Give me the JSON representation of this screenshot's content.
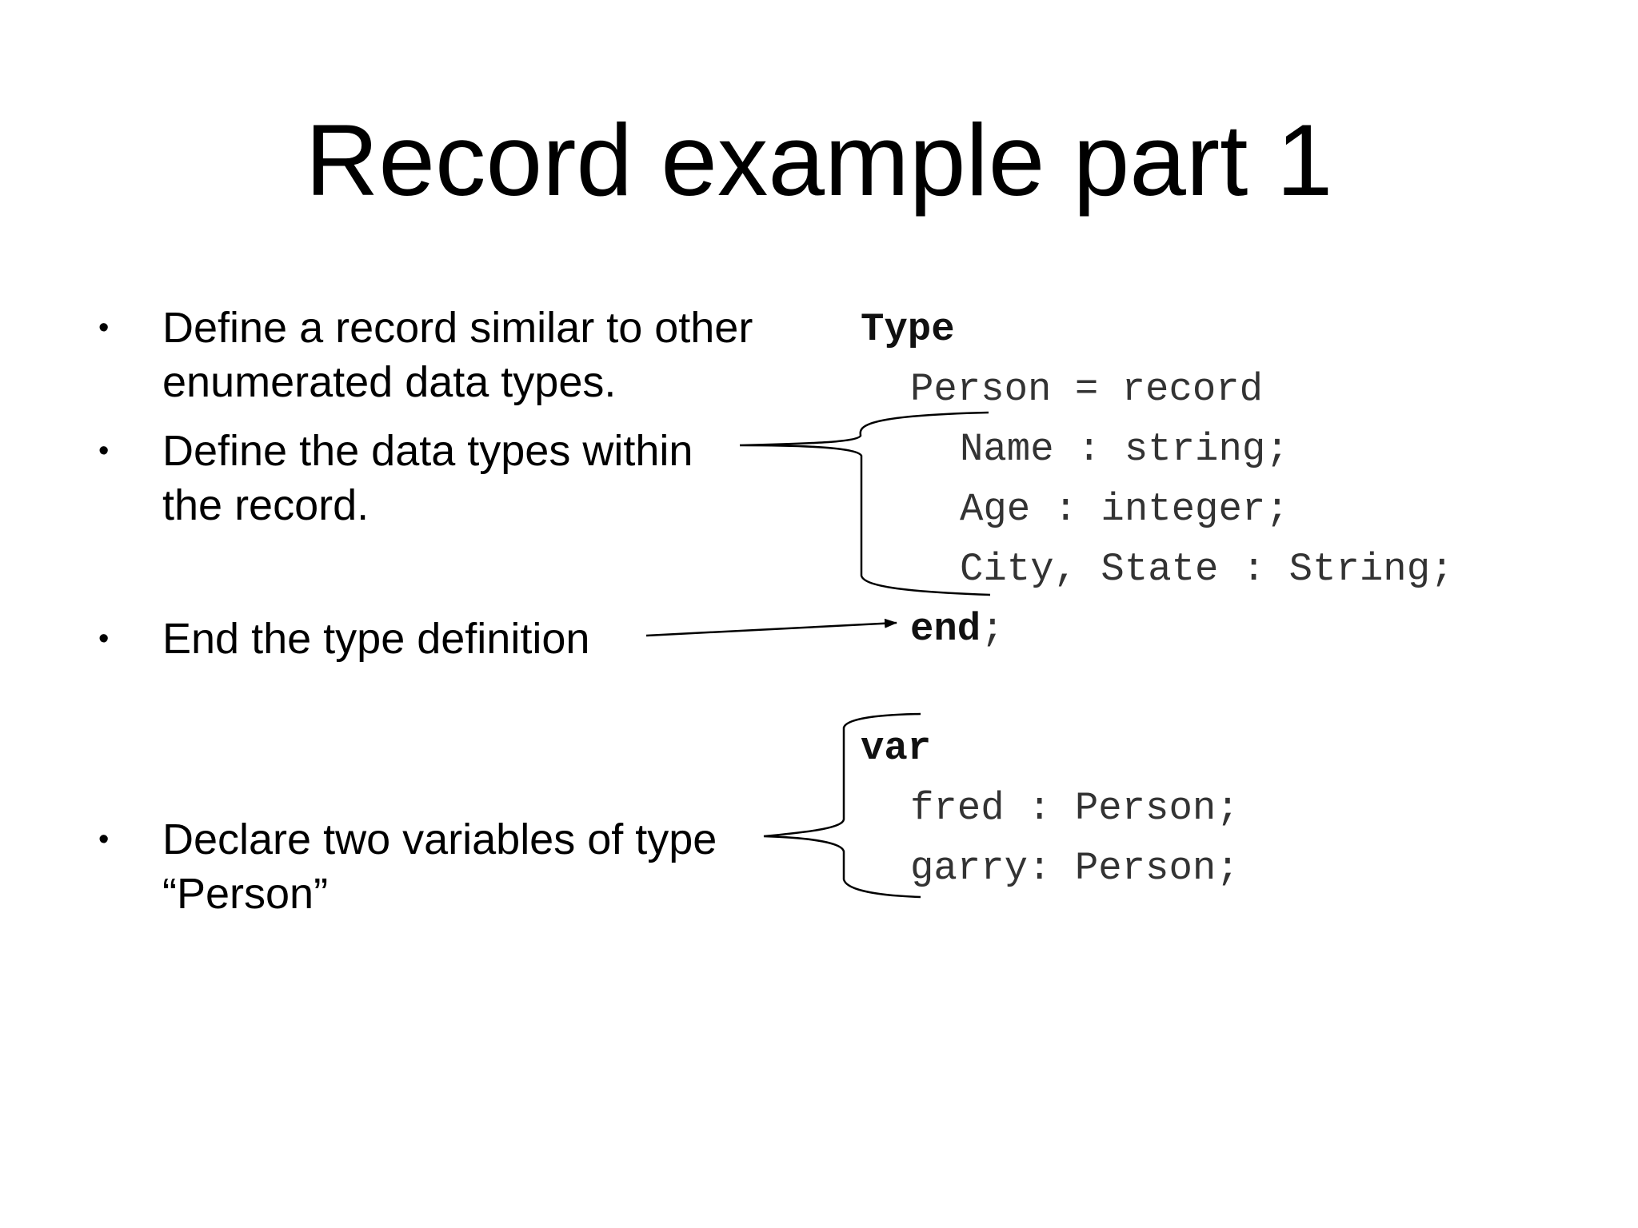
{
  "slide": {
    "title": "Record example part 1",
    "bullets": [
      {
        "glyph": "•",
        "lines": [
          "Define a record similar to other",
          "enumerated data types."
        ]
      },
      {
        "glyph": "•",
        "lines": [
          "Define the data types within",
          "the record."
        ]
      },
      {
        "glyph": "•",
        "lines": [
          "End the type definition"
        ]
      },
      {
        "glyph": "•",
        "lines": [
          "Declare two variables of type",
          "“Person”"
        ]
      }
    ],
    "code": {
      "type_keyword": "Type",
      "record_line": "Person = record",
      "fields": [
        "Name : string;",
        "Age : integer;",
        "City, State : String;"
      ],
      "end_keyword": "end",
      "end_semicolon": ";",
      "var_keyword": "var",
      "vars": [
        "fred : Person;",
        "garry: Person;"
      ]
    },
    "icons": [
      "curly-brace-icon",
      "arrow-right-icon"
    ]
  }
}
